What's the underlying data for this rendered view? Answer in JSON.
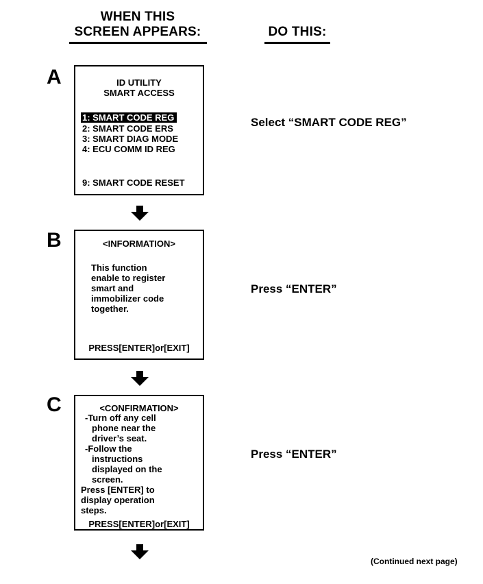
{
  "header": {
    "col1_line1": "WHEN THIS",
    "col1_line2": "SCREEN APPEARS:",
    "col2": "DO THIS:"
  },
  "steps": [
    {
      "letter": "A",
      "title1": "ID UTILITY",
      "title2": "SMART ACCESS",
      "items": [
        "1: SMART CODE REG",
        "2: SMART CODE ERS",
        "3: SMART DIAG MODE",
        "4: ECU COMM ID REG",
        "9: SMART CODE RESET"
      ],
      "action": "Select “SMART CODE REG”"
    },
    {
      "letter": "B",
      "title": "<INFORMATION>",
      "body": [
        "This function",
        "enable to register",
        "smart and",
        "immobilizer  code",
        "together."
      ],
      "prompt": "PRESS[ENTER]or[EXIT]",
      "action": "Press “ENTER”"
    },
    {
      "letter": "C",
      "title": "<CONFIRMATION>",
      "body": [
        "-Turn off any cell",
        "phone near the",
        "driver’s seat.",
        "-Follow the",
        "instructions",
        "displayed on the",
        "screen.",
        "Press [ENTER] to",
        "display operation",
        "steps."
      ],
      "prompt": "PRESS[ENTER]or[EXIT]",
      "action": "Press “ENTER”"
    }
  ],
  "footer": "(Continued next page)",
  "icons": {
    "flow_arrow": "arrow-down-icon"
  }
}
